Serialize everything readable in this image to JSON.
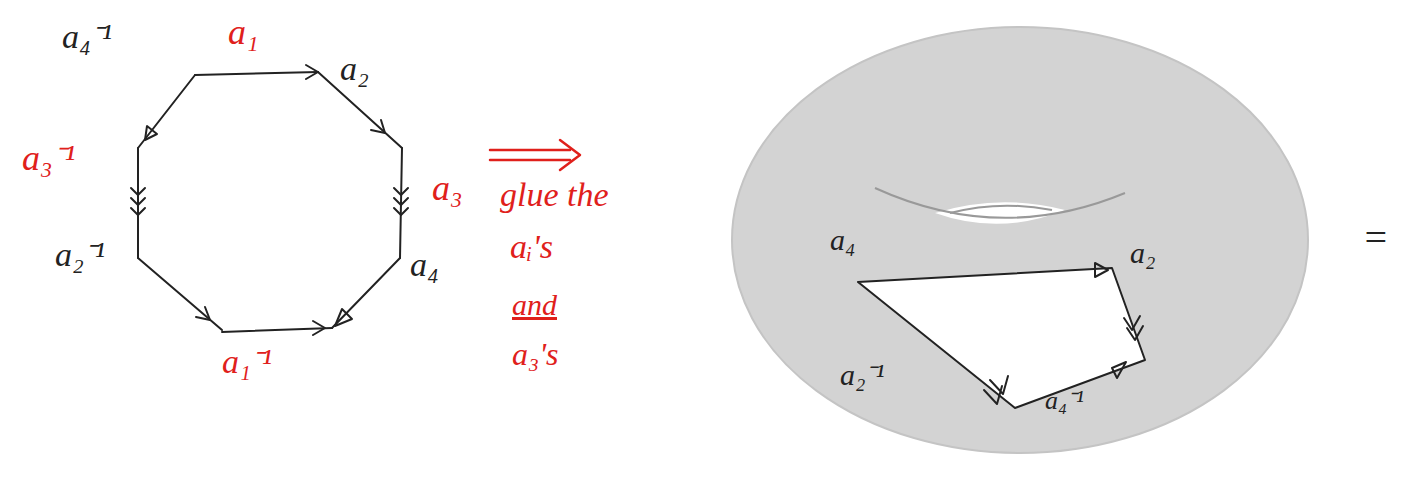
{
  "diagram": {
    "labels": [
      "a₄⁻¹",
      "a₁",
      "a₂",
      "a₃⁻¹",
      "a₃",
      "a₂⁻¹",
      "a₁⁻¹",
      "a₄",
      "glue the",
      "aᵢ's",
      "and",
      "a₃'s",
      "a₄",
      "a₂",
      "a₂⁻¹",
      "a₄⁻¹",
      "="
    ]
  }
}
